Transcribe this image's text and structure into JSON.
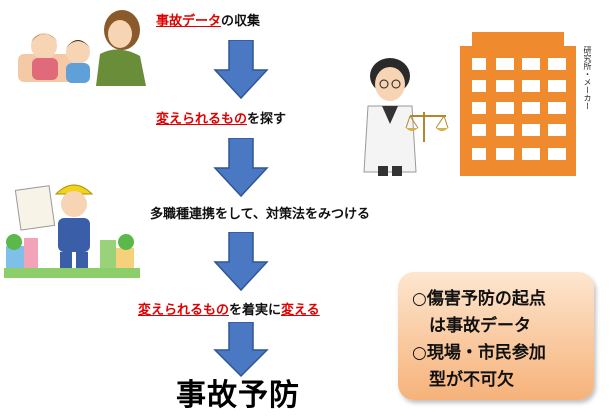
{
  "steps": [
    {
      "highlight": "事故データ",
      "rest": "の収集"
    },
    {
      "highlight": "変えられるもの",
      "rest": "を探す"
    },
    {
      "text": "多職種連携をして、対策法をみつける"
    },
    {
      "highlight1": "変えられるもの",
      "mid": "を着実に",
      "highlight2": "変える"
    }
  ],
  "final": "事故予防",
  "note": {
    "lines": [
      "○傷害予防の起点",
      "　は事故データ",
      "○現場・市民参加",
      "　型が不可欠"
    ]
  },
  "building_label": "研究所・メーカー",
  "icons": [
    "mother-children-illustration",
    "worker-blueprint-illustration",
    "scientist-scale-illustration",
    "building-illustration"
  ],
  "colors": {
    "arrow": "#4a78c2",
    "highlight": "#e00000",
    "note_bg": "#f6b27a",
    "building": "#f08a2e"
  }
}
